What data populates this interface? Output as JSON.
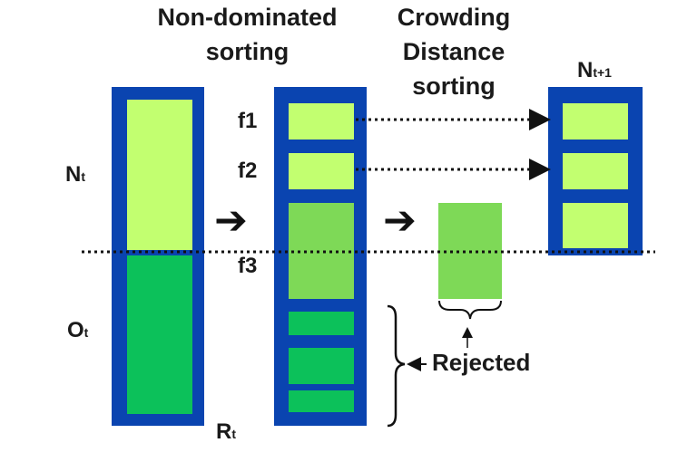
{
  "headers": {
    "nds_line1": "Non-dominated",
    "nds_line2": "sorting",
    "cd_line1": "Crowding",
    "cd_line2": "Distance",
    "cd_line3": "sorting"
  },
  "labels": {
    "n_main": "N",
    "n_sub": "t",
    "o_main": "O",
    "o_sub": "t",
    "r_main": "R",
    "r_sub": "t",
    "next_main": "N",
    "next_sub": "t+1",
    "f1": "f1",
    "f2": "f2",
    "f3": "f3",
    "rejected": "Rejected"
  },
  "colors": {
    "frame": "#0a44b0",
    "parent": "#c2ff70",
    "offspring": "#0cc15a",
    "front": "#c2ff70",
    "front3": "#7ed957",
    "rejected": "#0cc15a",
    "text": "#1a1a1a"
  },
  "icons": {
    "arrow": "heavy-right-arrow",
    "brace_vertical": "right-curly-brace",
    "brace_horizontal": "bottom-curly-brace"
  }
}
